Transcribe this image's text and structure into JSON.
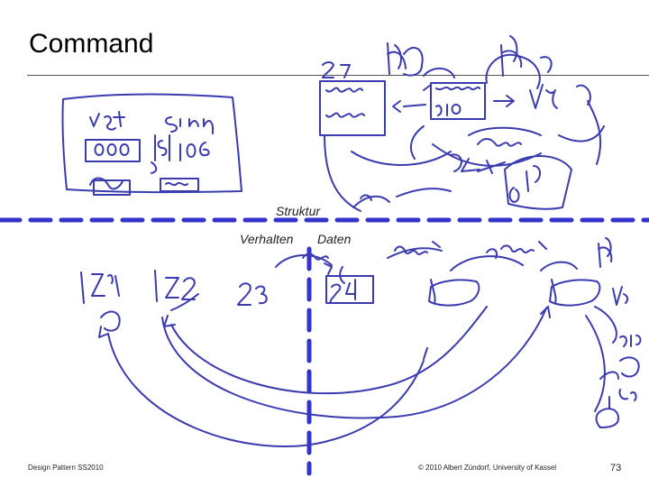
{
  "slide": {
    "title": "Command",
    "labels": {
      "struktur": "Struktur",
      "verhalten": "Verhalten",
      "daten": "Daten"
    },
    "footer": {
      "left": "Design Pattern SS2010",
      "center": "© 2010 Albert Zündorf, University of Kassel",
      "page": "73"
    },
    "colors": {
      "ink": "#3b3bb0",
      "dash": "#3333cc",
      "rule": "#555555"
    }
  }
}
